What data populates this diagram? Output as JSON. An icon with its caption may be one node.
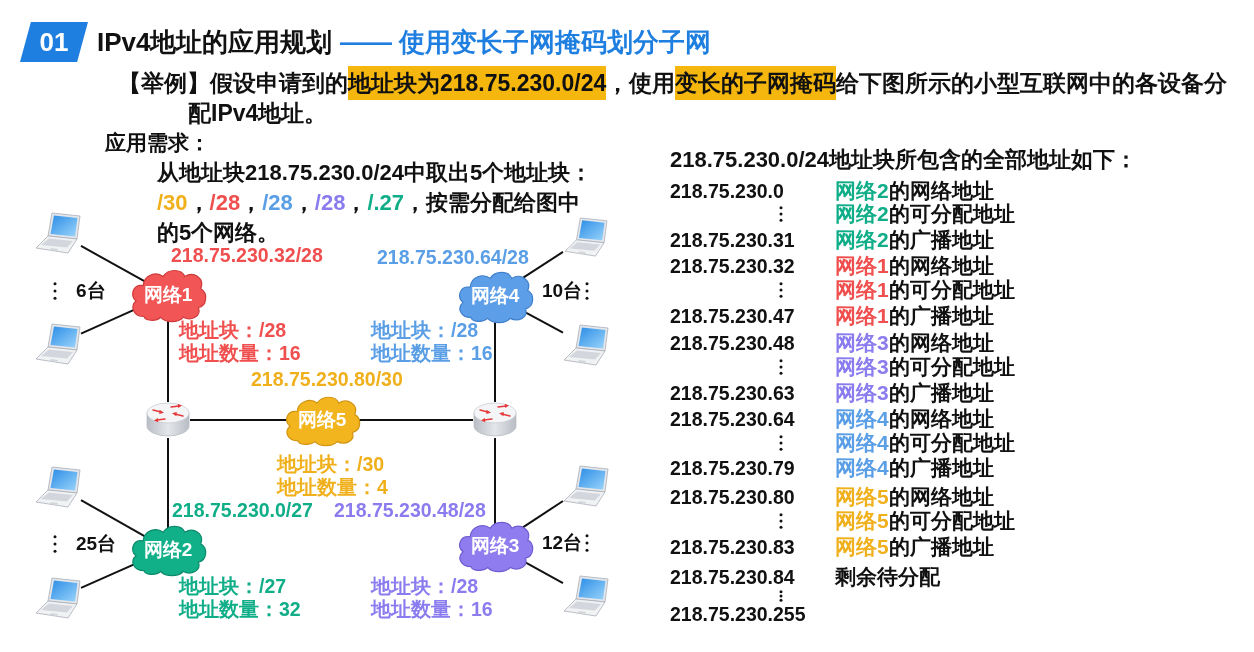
{
  "diagram": {
    "title": "IPv4地址的应用规划",
    "nodes": [
      {
        "text": [],
        "shape": "laptop"
      },
      {
        "text": [],
        "shape": "laptop"
      },
      {
        "text": [
          "网络1"
        ],
        "beside": [
          "218.75.230.32/28",
          "地址块：/28",
          "地址数量：16",
          "6台"
        ]
      },
      {
        "text": [
          "网络4"
        ],
        "beside": [
          "218.75.230.64/28",
          "地址块：/28",
          "地址数量：16",
          "10台"
        ]
      },
      {
        "text": [],
        "shape": "laptop"
      },
      {
        "text": [],
        "shape": "laptop"
      },
      {
        "text": [],
        "shape": "router"
      },
      {
        "text": [
          "网络5"
        ],
        "beside": [
          "218.75.230.80/30",
          "地址块：/30",
          "地址数量：4"
        ]
      },
      {
        "text": [],
        "shape": "router"
      },
      {
        "text": [],
        "shape": "laptop"
      },
      {
        "text": [],
        "shape": "laptop"
      },
      {
        "text": [
          "网络2"
        ],
        "beside": [
          "218.75.230.0/27",
          "地址块：/27",
          "地址数量：32",
          "25台"
        ]
      },
      {
        "text": [
          "网络3"
        ],
        "beside": [
          "218.75.230.48/28",
          "地址块：/28",
          "地址数量：16",
          "12台"
        ]
      },
      {
        "text": [],
        "shape": "laptop"
      },
      {
        "text": [],
        "shape": "laptop"
      }
    ],
    "edges": [
      {
        "from": 0,
        "to": 2,
        "arrow": "none"
      },
      {
        "from": 4,
        "to": 2,
        "arrow": "none"
      },
      {
        "from": 1,
        "to": 3,
        "arrow": "none"
      },
      {
        "from": 5,
        "to": 3,
        "arrow": "none"
      },
      {
        "from": 2,
        "to": 6,
        "arrow": "none"
      },
      {
        "from": 6,
        "to": 7,
        "arrow": "none"
      },
      {
        "from": 7,
        "to": 8,
        "arrow": "none"
      },
      {
        "from": 8,
        "to": 3,
        "arrow": "none"
      },
      {
        "from": 6,
        "to": 11,
        "arrow": "none"
      },
      {
        "from": 8,
        "to": 12,
        "arrow": "none"
      },
      {
        "from": 9,
        "to": 11,
        "arrow": "none"
      },
      {
        "from": 13,
        "to": 11,
        "arrow": "none"
      },
      {
        "from": 10,
        "to": 12,
        "arrow": "none"
      },
      {
        "from": 14,
        "to": 12,
        "arrow": "none"
      }
    ],
    "labels": [
      "01",
      "—— 使用变长子网掩码划分子网",
      "【举例】假设申请到的**地址块为218.75.230.0/24**，使用**变长的子网掩码**给下图所示的小型互联网中的各设备分配IPv4地址。",
      "应用需求：",
      "从地址块218.75.230.0/24中取出5个地址块：*/30*，*/28*，*/28*，*/28*，*/.27*，按需分配给图中的5个网络。",
      "218.75.230.0/24地址块所包含的全部地址如下：",
      "218.75.230.0",
      "**网络2**的网络地址",
      "**网络2**的可分配地址",
      "218.75.230.31",
      "**网络2**的广播地址",
      "218.75.230.32",
      "**网络1**的网络地址",
      "**网络1**的可分配地址",
      "218.75.230.47",
      "**网络1**的广播地址",
      "218.75.230.48",
      "**网络3**的网络地址",
      "**网络3**的可分配地址",
      "218.75.230.63",
      "**网络3**的广播地址",
      "218.75.230.64",
      "**网络4**的网络地址",
      "**网络4**的可分配地址",
      "218.75.230.79",
      "**网络4**的广播地址",
      "218.75.230.80",
      "**网络5**的网络地址",
      "**网络5**的可分配地址",
      "218.75.230.83",
      "**网络5**的广播地址",
      "218.75.230.84",
      "剩余待分配",
      "218.75.230.255"
    ]
  }
}
